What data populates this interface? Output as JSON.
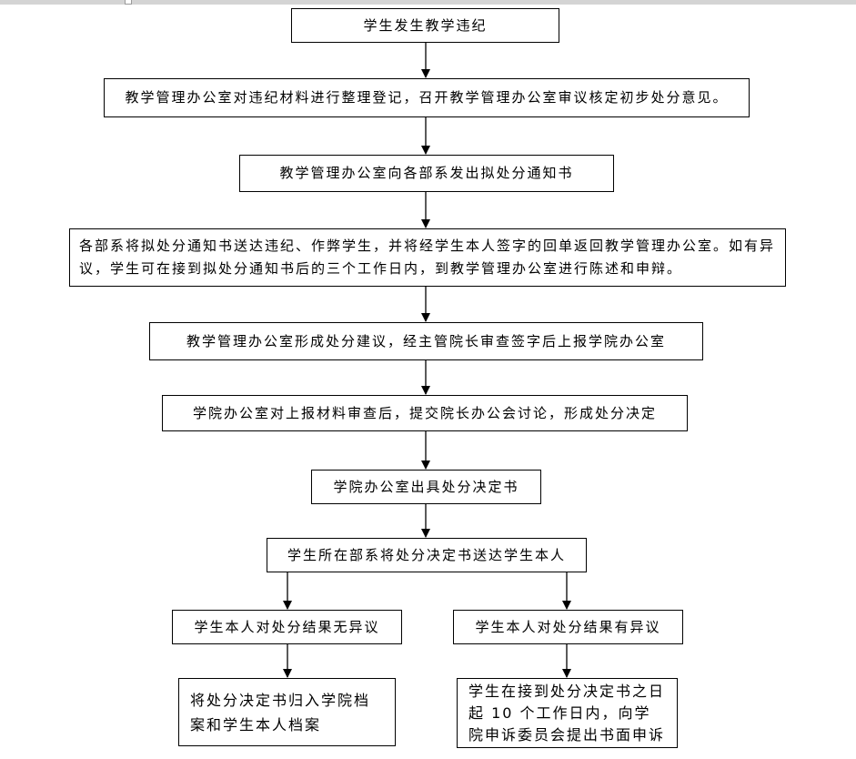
{
  "flow": {
    "step1": "学生发生教学违纪",
    "step2": "教学管理办公室对违纪材料进行整理登记，召开教学管理办公室审议核定初步处分意见。",
    "step3": "教学管理办公室向各部系发出拟处分通知书",
    "step4": "各部系将拟处分通知书送达违纪、作弊学生，并将经学生本人签字的回单返回教学管理办公室。如有异议，学生可在接到拟处分通知书后的三个工作日内，到教学管理办公室进行陈述和申辩。",
    "step5": "教学管理办公室形成处分建议，经主管院长审查签字后上报学院办公室",
    "step6": "学院办公室对上报材料审查后，提交院长办公会讨论，形成处分决定",
    "step7": "学院办公室出具处分决定书",
    "step8": "学生所在部系将处分决定书送达学生本人",
    "branch_left": "学生本人对处分结果无异议",
    "branch_right": "学生本人对处分结果有异议",
    "end_left": "将处分决定书归入学院档案和学生本人档案",
    "end_right": "学生在接到处分决定书之日起 10 个工作日内，向学院申诉委员会提出书面申诉"
  }
}
